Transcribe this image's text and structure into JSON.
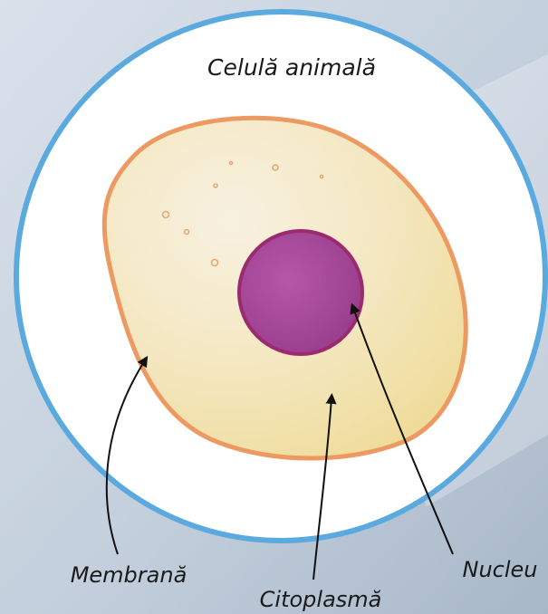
{
  "diagram": {
    "title": "Celulă animală",
    "labels": {
      "membrane": "Membrană",
      "cytoplasm": "Citoplasmă",
      "nucleus": "Nucleu"
    }
  },
  "colors": {
    "background": "#b9c6d6",
    "circle_fill": "#ffffff",
    "circle_border": "#5aa9df",
    "cell_fill": "#f4e6b8",
    "cell_membrane": "#ec9a62",
    "nucleus_fill": "#a8449a",
    "nucleus_border": "#9c2a6f",
    "text": "#1a1a1a",
    "arrow": "#111111"
  }
}
